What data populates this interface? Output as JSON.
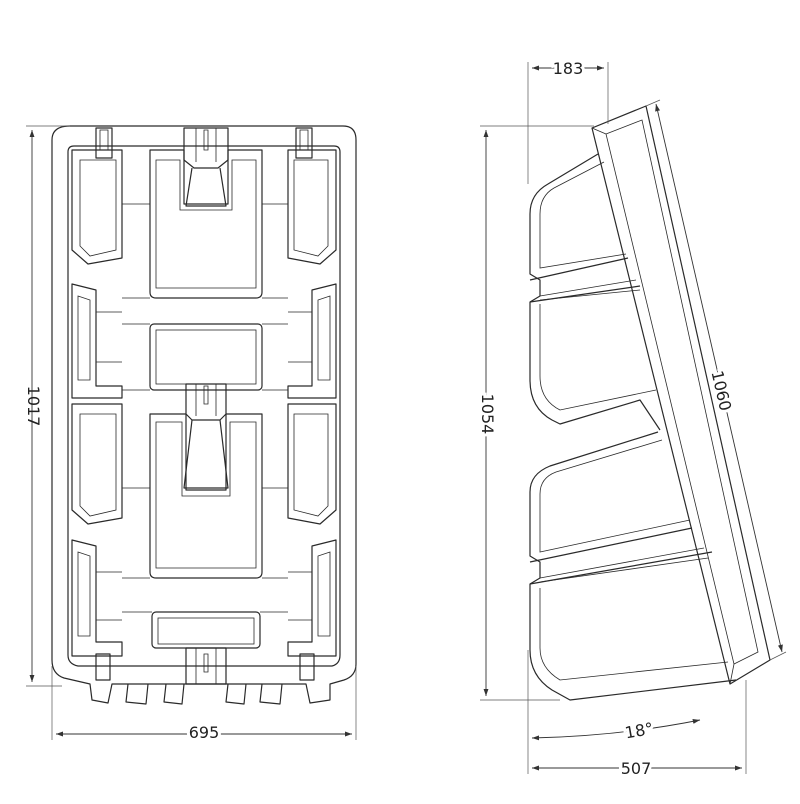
{
  "drawing": {
    "front_view": {
      "width_label": "695",
      "height_label": "1017"
    },
    "side_view": {
      "top_offset_label": "183",
      "height_label": "1054",
      "slant_length_label": "1060",
      "angle_label": "18°",
      "depth_label": "507"
    }
  },
  "colors": {
    "line": "#2a2a2a",
    "background": "#ffffff"
  }
}
